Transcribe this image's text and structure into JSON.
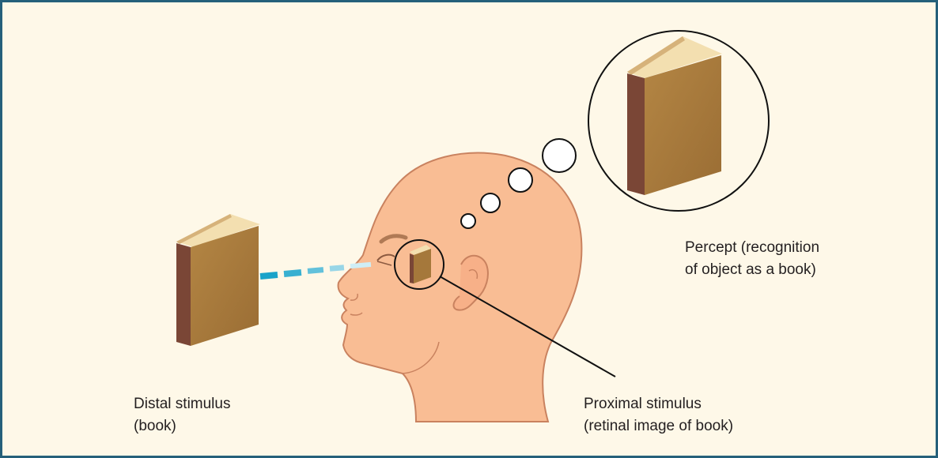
{
  "labels": {
    "percept": [
      "Percept (recognition",
      "of object as a book)"
    ],
    "distal": [
      "Distal stimulus",
      "(book)"
    ],
    "proximal": [
      "Proximal stimulus",
      "(retinal image of book)"
    ]
  },
  "colors": {
    "border": "#25607a",
    "background": "#fef8e8",
    "skin": "#f9bd94",
    "skin_outline": "#c9825f",
    "book_front": "#a5783b",
    "book_spine": "#7a4636",
    "book_pages": "#f3dfb0",
    "sight_line": "#1aa3c9"
  },
  "icons": [
    "book-icon",
    "head-icon",
    "thought-bubble-icon"
  ]
}
